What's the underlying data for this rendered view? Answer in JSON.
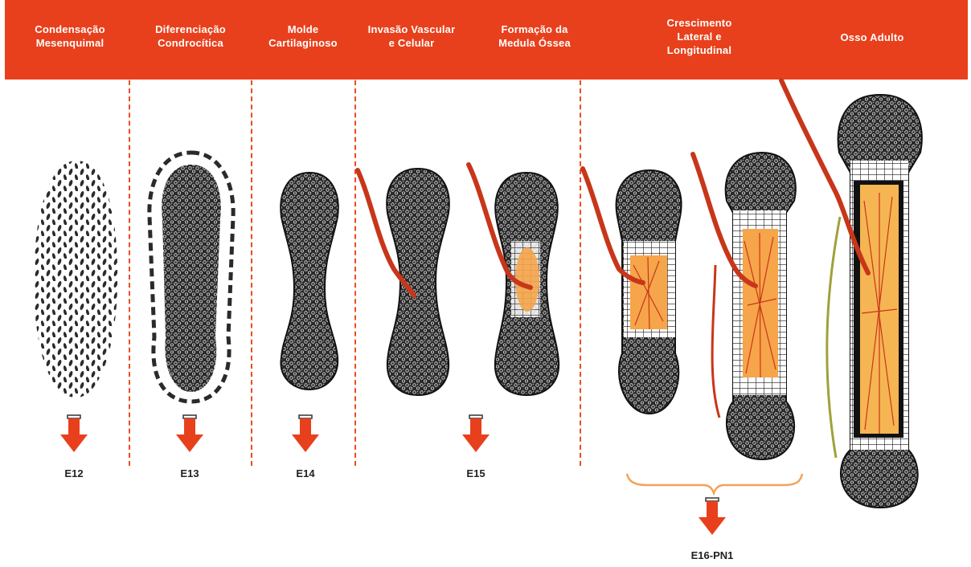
{
  "stages": [
    {
      "title": "Condensação\nMesenquimal"
    },
    {
      "title": "Diferenciação\nCondrocítica"
    },
    {
      "title": "Molde\nCartilaginoso"
    },
    {
      "title": "Invasão Vascular\ne Celular"
    },
    {
      "title": "Formação da\nMedula Óssea"
    },
    {
      "title": "Crescimento\nLateral e\nLongitudinal"
    },
    {
      "title": "Osso Adulto"
    }
  ],
  "ages": {
    "e12": "E12",
    "e13": "E13",
    "e14": "E14",
    "e15": "E15",
    "e16": "E16-PN1"
  },
  "colors": {
    "banner": "#e8401c",
    "arrow": "#e8401c",
    "bone_outline": "#1a1a1a",
    "marrow": "#f6a54a",
    "vessel": "#c8361a",
    "brace": "#f2a25a"
  }
}
